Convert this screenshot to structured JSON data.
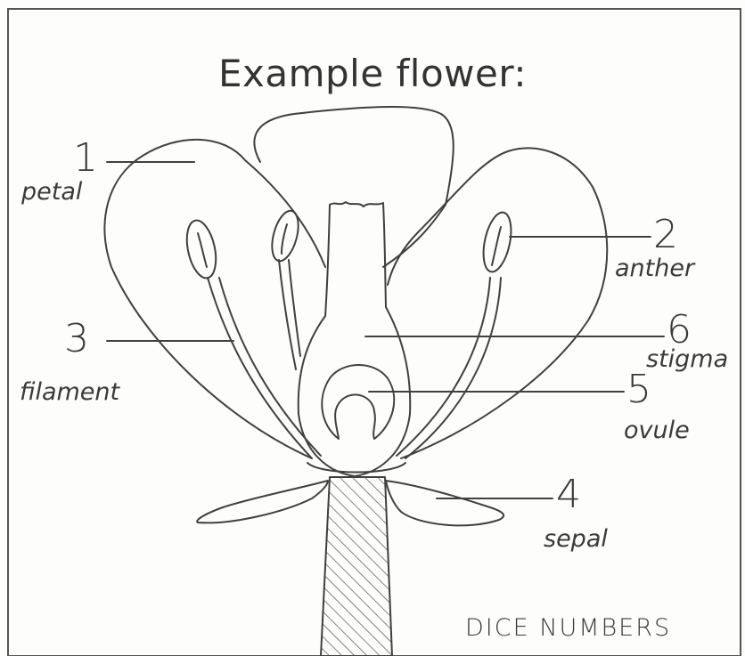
{
  "title": "Example flower:",
  "labels": [
    {
      "key": "petal",
      "number": "1",
      "name": "petal"
    },
    {
      "key": "anther",
      "number": "2",
      "name": "anther"
    },
    {
      "key": "filament",
      "number": "3",
      "name": "filament"
    },
    {
      "key": "sepal",
      "number": "4",
      "name": "sepal"
    },
    {
      "key": "ovule",
      "number": "5",
      "name": "ovule"
    },
    {
      "key": "stigma",
      "number": "6",
      "name": "stigma"
    }
  ],
  "footer": "DICE NUMBERS"
}
